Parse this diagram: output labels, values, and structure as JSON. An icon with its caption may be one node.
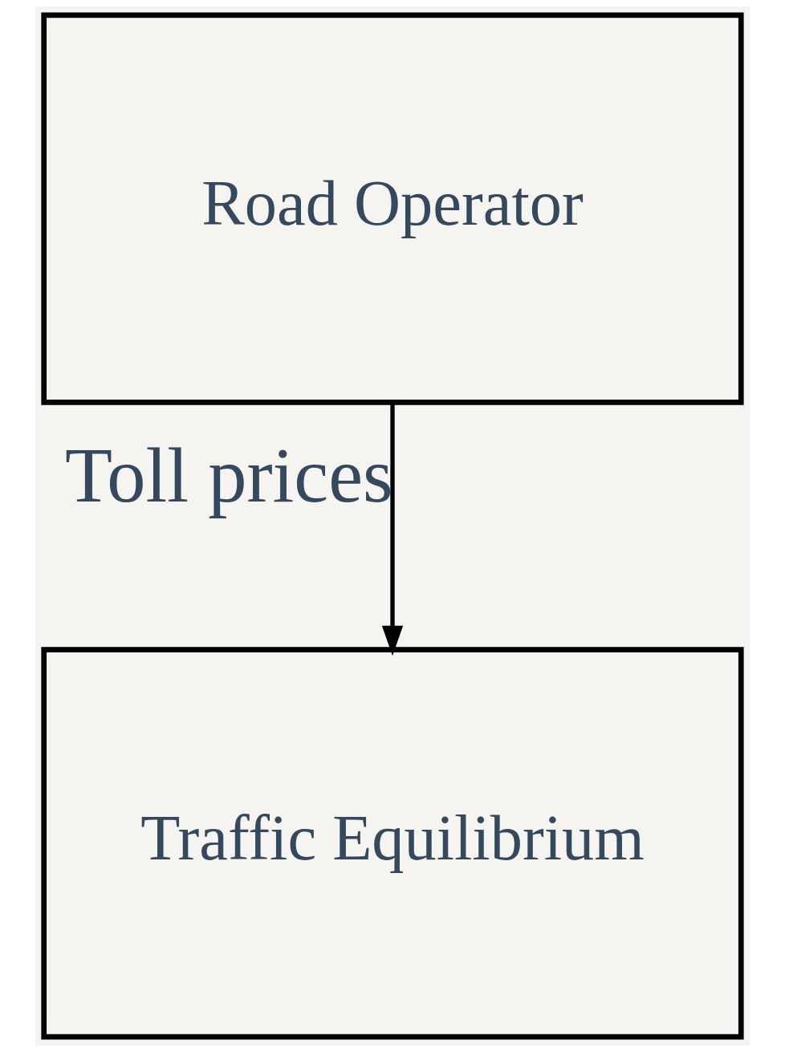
{
  "diagram": {
    "nodes": [
      {
        "text": [
          "Road Operator"
        ]
      },
      {
        "text": [
          "Traffic Equilibrium"
        ]
      }
    ],
    "edges": [
      {
        "from": 0,
        "to": 1,
        "arrow": "to",
        "label": "Toll prices"
      }
    ]
  }
}
